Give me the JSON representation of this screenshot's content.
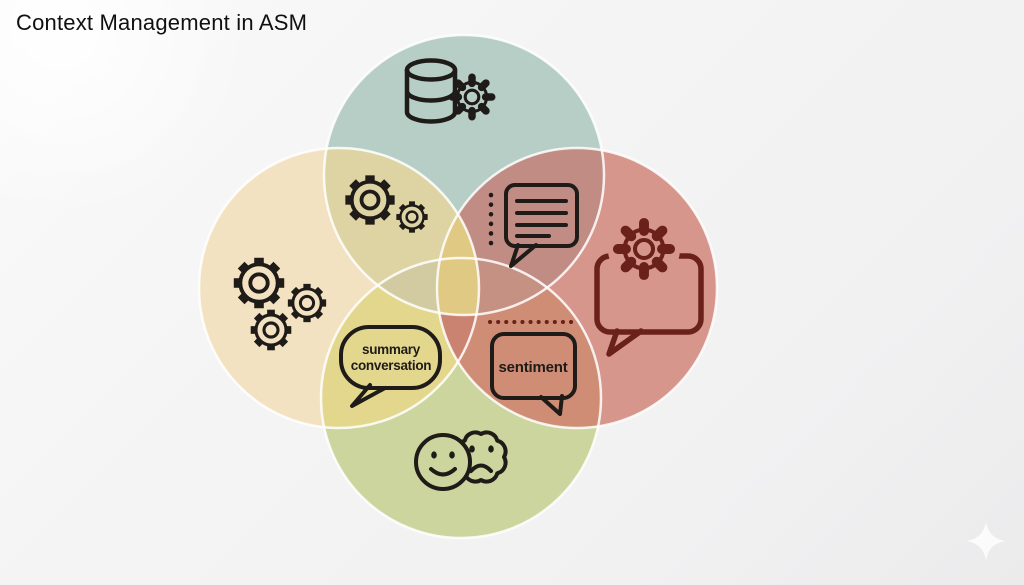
{
  "title": "Context Management in ASM",
  "labels": {
    "summary_line1": "summary",
    "summary_line2": "conversation",
    "sentiment": "sentiment"
  },
  "diagram": {
    "type": "venn-4-circle",
    "circles": [
      {
        "position": "top",
        "icon": "database-gear-icon"
      },
      {
        "position": "left",
        "icon": "three-gears-icon"
      },
      {
        "position": "right",
        "icon": "speech-bubble-gear-icon"
      },
      {
        "position": "bottom",
        "icon": "happy-sad-faces-icon"
      }
    ],
    "overlaps": [
      {
        "position": "top-left",
        "icon": "two-gears-icon"
      },
      {
        "position": "top-right",
        "icon": "chat-message-lines-icon"
      },
      {
        "position": "bottom-left",
        "icon": "summary-conversation-bubble"
      },
      {
        "position": "bottom-right",
        "icon": "sentiment-bubble"
      }
    ]
  },
  "colors": {
    "background": "#f2f2f2",
    "title": "#101010",
    "top": "#b6cec5",
    "left": "#f3e2c1",
    "right": "#d7968c",
    "bottom": "#ccd59d",
    "top_left": "#ded3a3",
    "top_right": "#c08c84",
    "bottom_left": "#e3d78e",
    "bottom_right": "#cf8d75",
    "top_bottom": "#d2cba1",
    "top_bottom_right": "#c59183",
    "left_right": "#e0c982",
    "left_right_bottom": "#ca8370",
    "outline": "#ffffff",
    "ink": "#1f1b18",
    "maroon": "#6b211b",
    "sparkle": "#ffffff"
  }
}
